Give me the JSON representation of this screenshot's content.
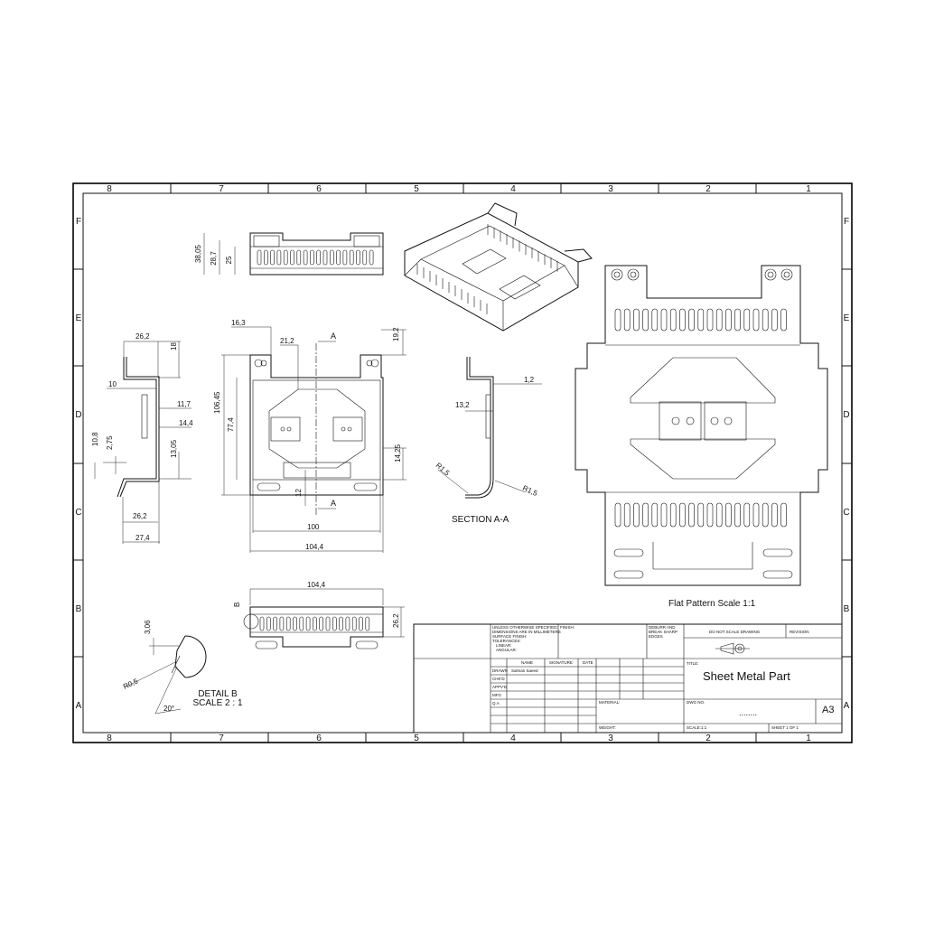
{
  "border": {
    "columns": [
      "8",
      "7",
      "6",
      "5",
      "4",
      "3",
      "2",
      "1"
    ],
    "rows": [
      "F",
      "E",
      "D",
      "C",
      "B",
      "A"
    ]
  },
  "top_view": {
    "dims": [
      "38,05",
      "28,7",
      "25"
    ]
  },
  "side_view": {
    "dims": [
      "26,2",
      "18",
      "10",
      "11,7",
      "14,4",
      "10,8",
      "2,75",
      "13,05",
      "26,2",
      "27,4"
    ]
  },
  "front_view": {
    "dims": [
      "16,3",
      "21,2",
      "19,2",
      "106,45",
      "77,4",
      "14,25",
      "12",
      "100",
      "104,4"
    ],
    "section_marker": "A"
  },
  "section_view": {
    "dims": [
      "1,2",
      "13,2",
      "R1,5",
      "R1,5"
    ],
    "label": "SECTION A-A"
  },
  "bottom_view": {
    "dims": [
      "104,4",
      "26,2"
    ],
    "detail_marker": "B"
  },
  "detail_view": {
    "dims": [
      "3,06",
      "R0,5",
      "20°"
    ],
    "label_line1": "DETAIL B",
    "label_line2": "SCALE 2 : 1"
  },
  "flat_pattern": {
    "label": "Flat Pattern Scale 1:1"
  },
  "title_block": {
    "notes": [
      "UNLESS OTHERWISE SPECIFIED:",
      "DIMENSIONS ARE IN MILLIMETERS",
      "SURFACE FINISH:",
      "TOLERANCES:",
      "LINEAR:",
      "ANGULAR:"
    ],
    "finish": "FINISH:",
    "deburr": [
      "DEBURR AND",
      "BREAK SHARP",
      "EDGES"
    ],
    "do_not_scale": "DO NOT SCALE DRAWING",
    "revision": "REVISION",
    "title_label": "TITLE:",
    "title": "Sheet Metal Part",
    "headers": [
      "NAME",
      "SIGNATURE",
      "DATE"
    ],
    "roles": [
      "DRAWN",
      "CHK'D",
      "APPV'D",
      "MFG",
      "Q.A"
    ],
    "drawn_name": "Salman Saeed",
    "material": "MATERIAL:",
    "weight": "WEIGHT:",
    "dwg_no_label": "DWG NO.",
    "dwg_no": "........",
    "size": "A3",
    "scale": "SCALE:1:1",
    "sheet": "SHEET 1 OF 1"
  }
}
